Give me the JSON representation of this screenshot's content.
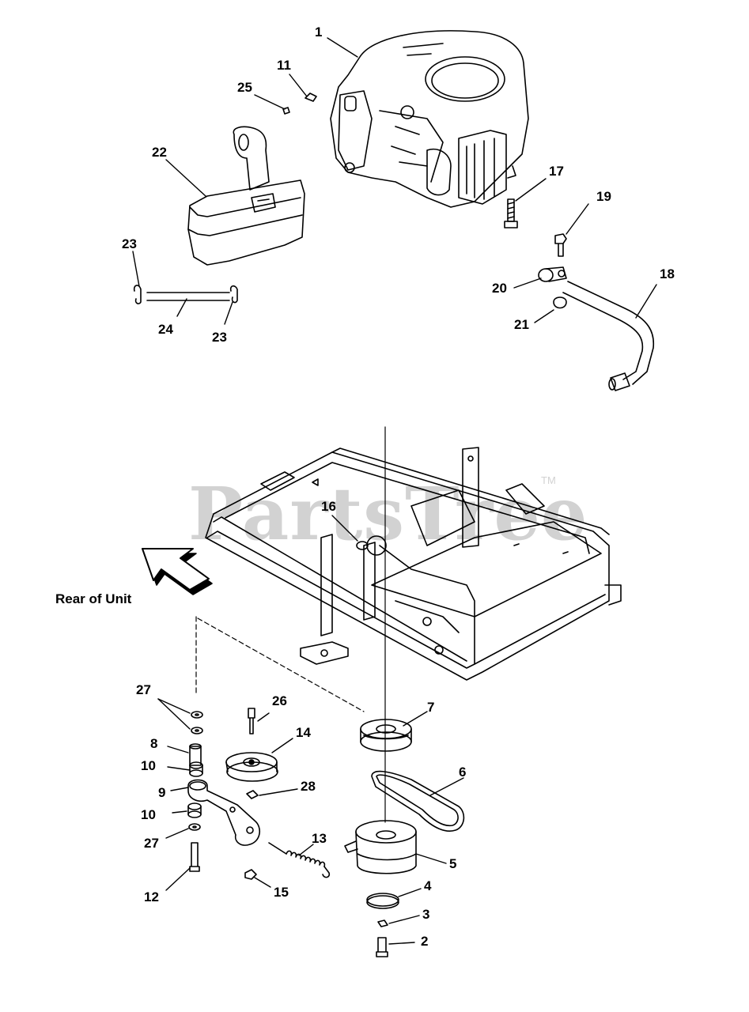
{
  "watermark": {
    "text": "PartsTree",
    "tm": "TM"
  },
  "caption": {
    "rear": "Rear of Unit"
  },
  "callouts": [
    "1",
    "2",
    "3",
    "4",
    "5",
    "6",
    "7",
    "8",
    "9",
    "10",
    "10",
    "11",
    "12",
    "13",
    "14",
    "15",
    "16",
    "17",
    "18",
    "19",
    "20",
    "21",
    "22",
    "23",
    "23",
    "24",
    "25",
    "26",
    "27",
    "27",
    "28"
  ]
}
